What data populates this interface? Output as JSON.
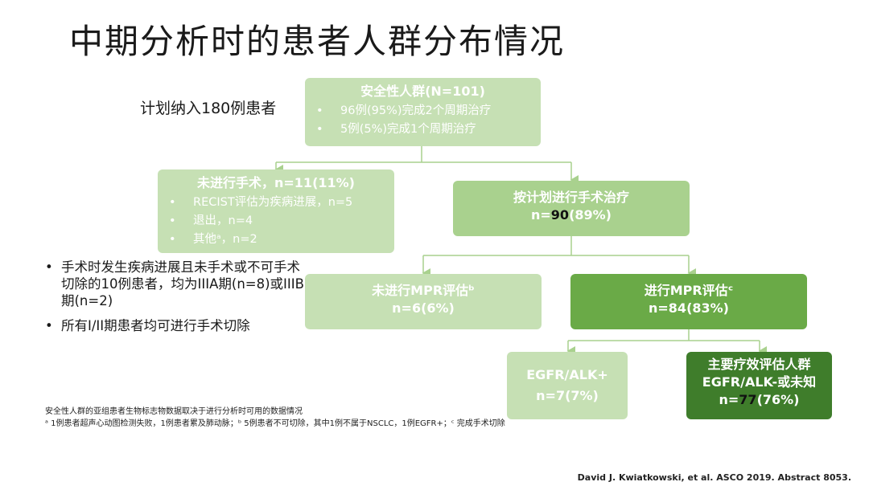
{
  "title": "中期分析时的患者人群分布情况",
  "planned": "计划纳入180例患者",
  "safety": {
    "heading": "安全性人群(N=101)",
    "items": [
      "96例(95%)完成2个周期治疗",
      "5例(5%)完成1个周期治疗"
    ]
  },
  "no_surgery": {
    "heading": "未进行手术，n=11(11%)",
    "items": [
      "RECIST评估为疾病进展，n=5",
      "退出，n=4",
      "其他ᵃ，n=2"
    ]
  },
  "surgery": {
    "heading": "按计划进行手术治疗",
    "count_prefix": "n=",
    "count_value": "90",
    "count_suffix": "(89%)"
  },
  "no_mpr": {
    "heading": "未进行MPR评估ᵇ",
    "count": "n=6(6%)"
  },
  "mpr": {
    "heading": "进行MPR评估ᶜ",
    "count": "n=84(83%)"
  },
  "egfr_alk_pos": {
    "heading": "EGFR/ALK+",
    "count": "n=7(7%)"
  },
  "primary": {
    "heading": "主要疗效评估人群",
    "sub": "EGFR/ALK-或未知",
    "count_prefix": "n=",
    "count_value": "77",
    "count_suffix": "(76%)"
  },
  "bullets": [
    "手术时发生疾病进展且未手术或不可手术切除的10例患者，均为IIIA期(n=8)或IIIB期(n=2)",
    "所有I/II期患者均可进行手术切除"
  ],
  "footnote1": "安全性人群的亚组患者生物标志物数据取决于进行分析时可用的数据情况",
  "footnote2": "ᵃ 1例患者超声心动图检测失败，1例患者累及肺动脉；ᵇ 5例患者不可切除，其中1例不属于NSCLC，1例EGFR+；ᶜ 完成手术切除",
  "citation": "David J. Kwiatkowski, et al. ASCO 2019. Abstract 8053.",
  "colors": {
    "light": "#c6e0b4",
    "mid": "#a9d18e",
    "dark": "#6aaa47",
    "darker": "#3f7d2b",
    "connector": "#a9d18e"
  }
}
